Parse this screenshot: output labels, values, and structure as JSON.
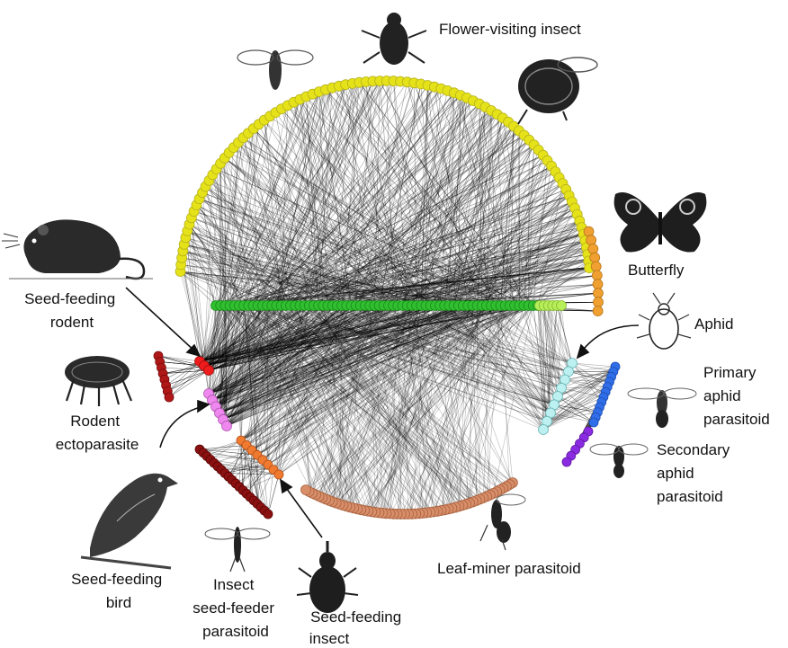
{
  "groups": [
    {
      "key": "flower_visitor",
      "label_lines": [
        "Flower-visiting insect"
      ],
      "color": "#e6e21a",
      "stroke": "#b7b31a",
      "count": 90,
      "icon": "fly-icon"
    },
    {
      "key": "butterfly",
      "label_lines": [
        "Butterfly"
      ],
      "color": "#f0a030",
      "stroke": "#b8761a",
      "count": 10,
      "icon": "butterfly-icon"
    },
    {
      "key": "plant",
      "label_lines": [
        ""
      ],
      "color": "#2fbf2f",
      "stroke": "#1d8a1d",
      "count": 70,
      "icon": ""
    },
    {
      "key": "plant_light",
      "label_lines": [
        ""
      ],
      "color": "#b8ee5a",
      "stroke": "#7fb82e",
      "count": 6,
      "icon": ""
    },
    {
      "key": "aphid",
      "label_lines": [
        "Aphid"
      ],
      "color": "#bdf0f0",
      "stroke": "#6ab5b5",
      "count": 9,
      "icon": "aphid-icon"
    },
    {
      "key": "primary_parasitoid",
      "label_lines": [
        "Primary",
        "aphid",
        "parasitoid"
      ],
      "color": "#2f6ee8",
      "stroke": "#1f4fb0",
      "count": 12,
      "icon": "wasp-icon"
    },
    {
      "key": "secondary_parasitoid",
      "label_lines": [
        "Secondary",
        "aphid",
        "parasitoid"
      ],
      "color": "#8a2be2",
      "stroke": "#5e1aa0",
      "count": 6,
      "icon": "wasp-icon"
    },
    {
      "key": "leaf_miner_parasitoid",
      "label_lines": [
        "Leaf-miner parasitoid"
      ],
      "color": "#d98e6a",
      "stroke": "#a8623e",
      "count": 60,
      "icon": "wasp-icon"
    },
    {
      "key": "seed_feeding_insect",
      "label_lines": [
        "Seed-feeding",
        "insect"
      ],
      "color": "#f07a30",
      "stroke": "#b4521a",
      "count": 8,
      "icon": "weevil-icon"
    },
    {
      "key": "seed_feeder_parasitoid",
      "label_lines": [
        "Insect",
        "seed-feeder",
        "parasitoid"
      ],
      "color": "#8b1010",
      "stroke": "#5a0808",
      "count": 20,
      "icon": "wasp-icon"
    },
    {
      "key": "seed_feeding_bird",
      "label_lines": [
        "Seed-feeding",
        "bird"
      ],
      "color": "#ee88ee",
      "stroke": "#b055b0",
      "count": 6,
      "icon": "bird-icon"
    },
    {
      "key": "rodent_ectoparasite",
      "label_lines": [
        "Rodent",
        "ectoparasite"
      ],
      "color": "#b01818",
      "stroke": "#780c0c",
      "count": 8,
      "icon": "flea-icon"
    },
    {
      "key": "seed_feeding_rodent",
      "label_lines": [
        "Seed-feeding",
        "rodent"
      ],
      "color": "#ee1c1c",
      "stroke": "#a00c0c",
      "count": 3,
      "icon": "mouse-icon"
    }
  ]
}
